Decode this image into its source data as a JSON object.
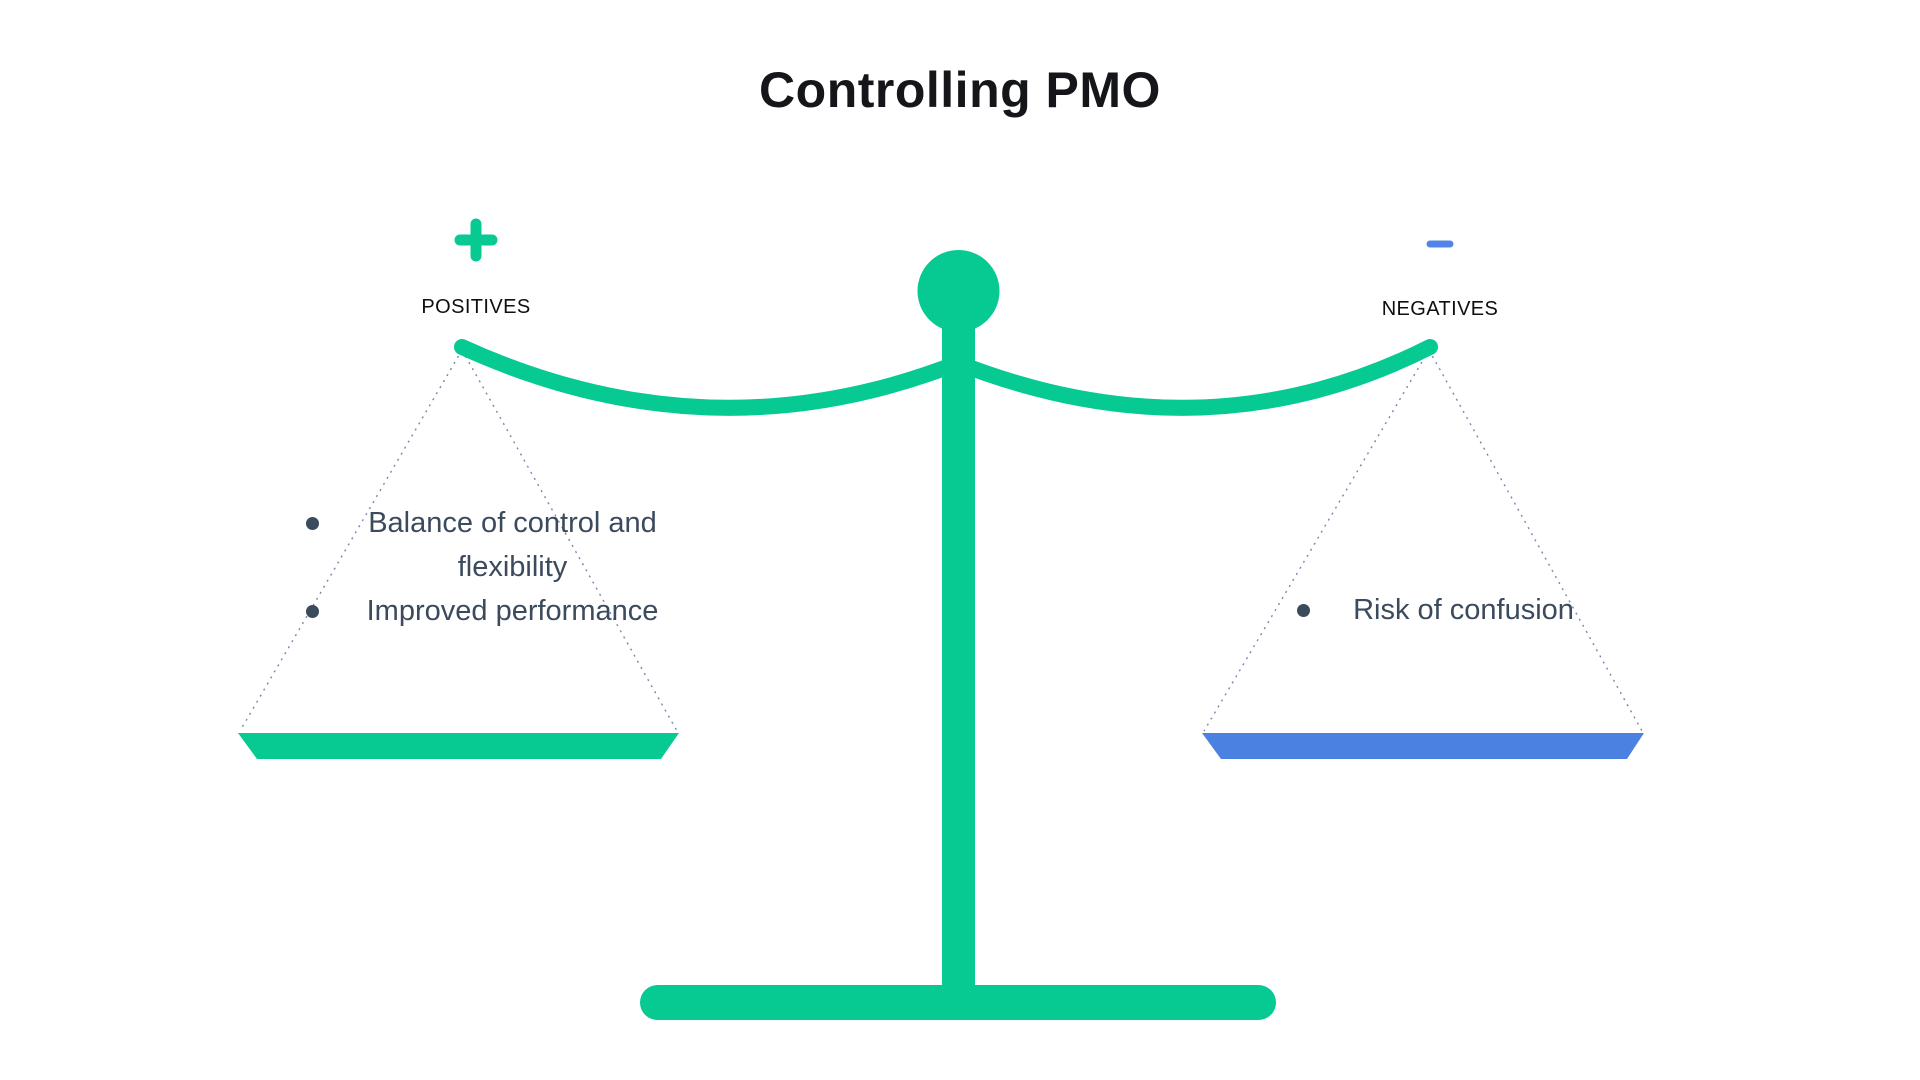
{
  "title": "Controlling PMO",
  "positives": {
    "icon": "plus-icon",
    "label": "POSITIVES",
    "items": [
      "Balance of control and flexibility",
      "Improved performance"
    ]
  },
  "negatives": {
    "icon": "minus-icon",
    "label": "NEGATIVES",
    "items": [
      "Risk of confusion"
    ]
  },
  "scale": {
    "type": "balance-scale",
    "frame_color": "#07c992",
    "left_pan_color": "#07c992",
    "right_pan_color": "#4b82e2"
  },
  "colors": {
    "green": "#07c992",
    "blue": "#4b82e2",
    "minus_blue": "#5184e8",
    "list_text": "#3b4a5c",
    "heading_text": "#141619",
    "dotted_line": "#7589ae",
    "background": "#ffffff"
  }
}
